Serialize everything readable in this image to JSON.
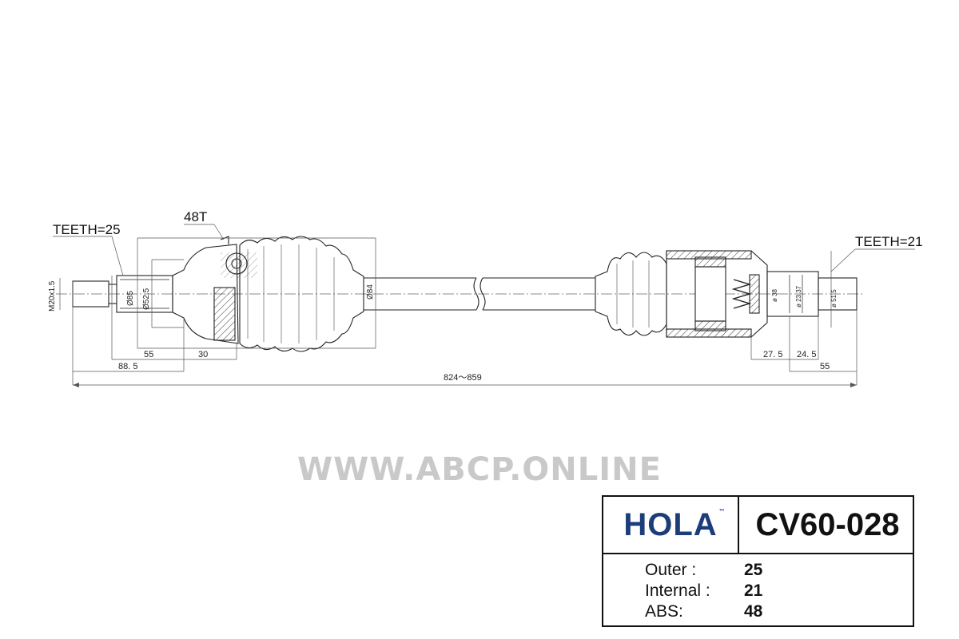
{
  "drawing": {
    "outer_teeth_label": "TEETH=25",
    "inner_teeth_label": "TEETH=21",
    "abs_label": "48T",
    "thread_label": "M20x1.5",
    "diameters": {
      "d85": "Ø85",
      "d52_5": "Ø52.5",
      "d84": "Ø84",
      "d38": "ø 38",
      "d23_37": "ø 23.37",
      "d51_5": "ø 51.5"
    },
    "dimensions": {
      "d55_left": "55",
      "d30": "30",
      "d88_5": "88. 5",
      "total_length": "824～859",
      "d27_5": "27. 5",
      "d24_5": "24. 5",
      "d55_right": "55"
    }
  },
  "watermark": "WWW.ABCP.ONLINE",
  "spec": {
    "brand": "HOLA",
    "trademark": "™",
    "part_number": "CV60-028",
    "rows": [
      {
        "label": "Outer :",
        "value": "25"
      },
      {
        "label": "Internal :",
        "value": "21"
      },
      {
        "label": "ABS:",
        "value": "48"
      }
    ]
  }
}
